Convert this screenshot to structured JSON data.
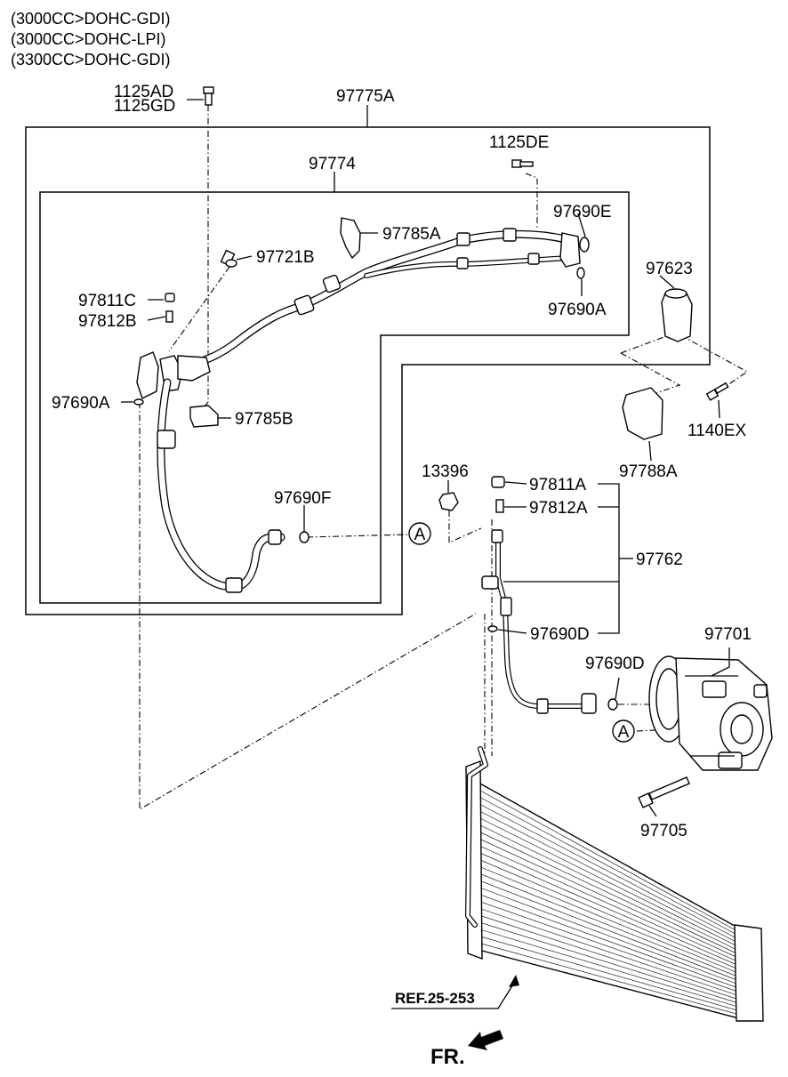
{
  "header": {
    "applicability": [
      "(3000CC>DOHC-GDI)",
      "(3000CC>DOHC-LPI)",
      "(3300CC>DOHC-GDI)"
    ]
  },
  "parts": {
    "p1125AD": "1125AD",
    "p1125GD": "1125GD",
    "p97775A": "97775A",
    "p97774": "97774",
    "p1125DE": "1125DE",
    "p97690E": "97690E",
    "p97785A": "97785A",
    "p97721B": "97721B",
    "p97623": "97623",
    "p97690A_top": "97690A",
    "p97811C": "97811C",
    "p97812B": "97812B",
    "p97690A_left": "97690A",
    "p97785B": "97785B",
    "p1140EX": "1140EX",
    "p97788A": "97788A",
    "p13396": "13396",
    "p97811A": "97811A",
    "p97812A": "97812A",
    "p97690F": "97690F",
    "p97762": "97762",
    "p97690D_a": "97690D",
    "p97701": "97701",
    "p97690D_b": "97690D",
    "p97705": "97705"
  },
  "callouts": {
    "circle_a_1": "A",
    "circle_a_2": "A"
  },
  "reference": "REF.25-253",
  "front_marker": "FR."
}
